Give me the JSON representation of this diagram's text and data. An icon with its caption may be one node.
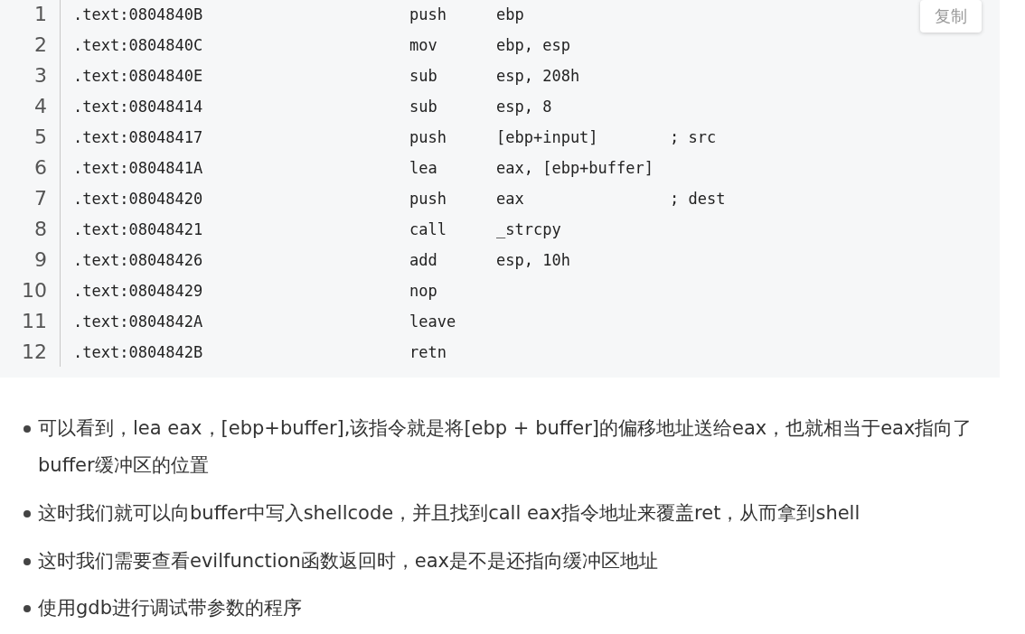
{
  "diagram": {
    "labels": [
      "1",
      ".text:0804840B",
      "push",
      "ebp",
      "复制",
      "2",
      ".text:0804840C",
      "mov",
      "ebp, esp",
      "3",
      ".text:0804840E",
      "sub",
      "esp, 208h",
      "4",
      ".text:08048414",
      "sub",
      "esp, 8",
      "5",
      ".text:08048417",
      "push",
      "[ebp+input]",
      "; src",
      "6",
      ".text:0804841A",
      "lea",
      "eax, [ebp+buffer]",
      "7",
      ".text:08048420",
      "push",
      "eax",
      "; dest",
      "8",
      ".text:08048421",
      "call",
      "_strcpy",
      "9",
      ".text:08048426",
      "add",
      "esp, 10h",
      "10",
      ".text:08048429",
      "nop",
      "11",
      ".text:0804842A",
      "leave",
      "12",
      ".text:0804842B",
      "retn",
      "可以看到，lea eax，[ebp+buffer],该指令就是将[ebp + buffer]的偏移地址送给eax，也就相当于eax指向了buffer缓冲区的位置",
      "这时我们就可以向buffer中写入shellcode，并且找到call eax指令地址来覆盖ret，从而拿到shell",
      "这时我们需要查看evilfunction函数返回时，eax是不是还指向缓冲区地址",
      "使用gdb进行调试带参数的程序"
    ]
  }
}
